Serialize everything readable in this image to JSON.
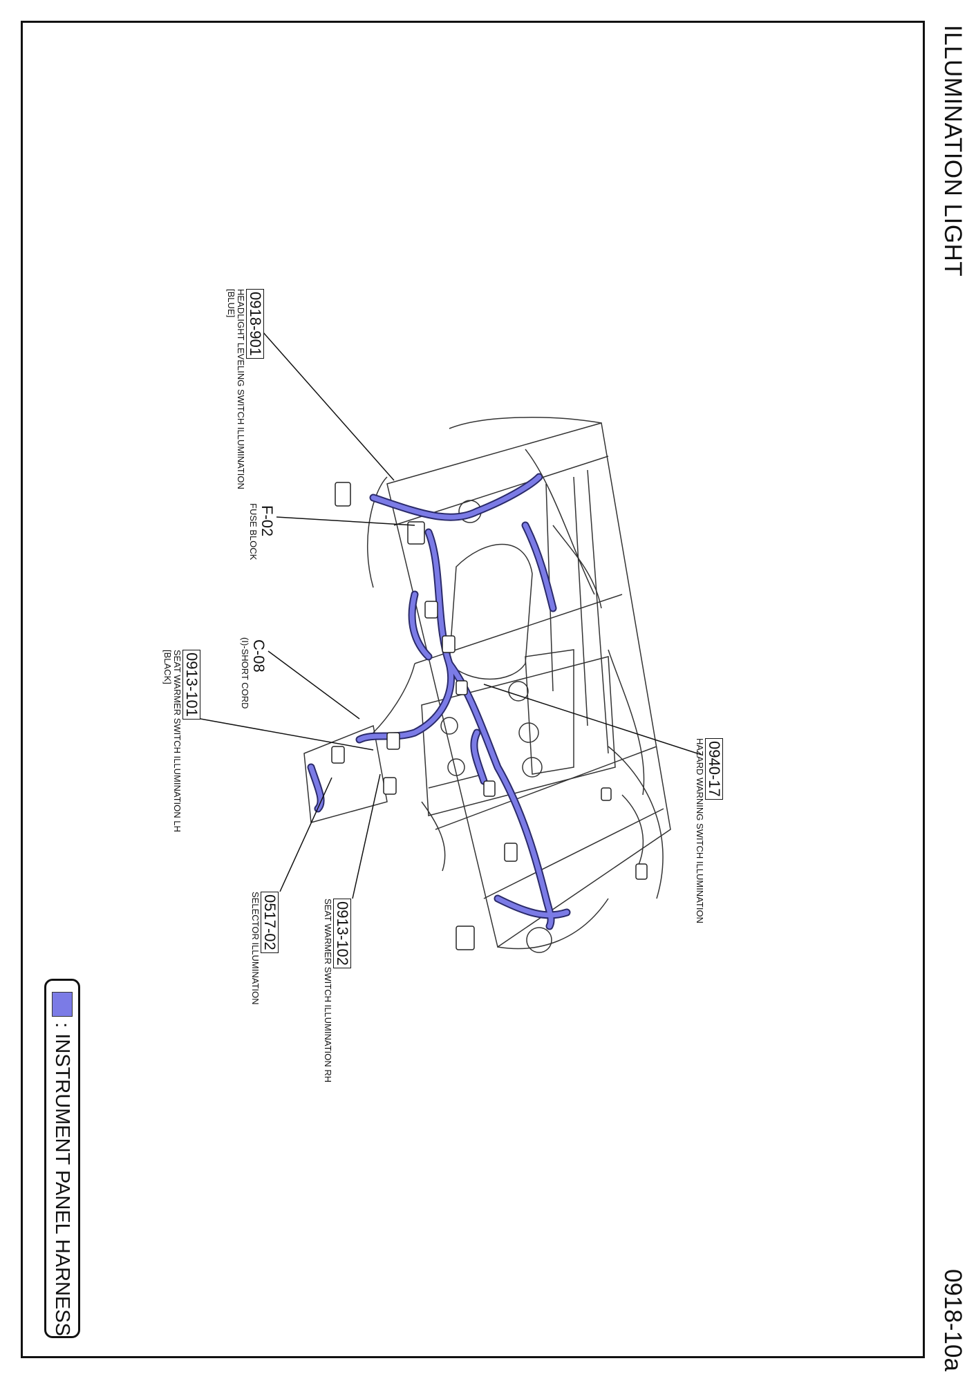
{
  "page": {
    "title": "ILLUMINATION LIGHT",
    "code": "0918-10a"
  },
  "legend": {
    "swatch_color": "#7b7be6",
    "label": ": INSTRUMENT PANEL HARNESS"
  },
  "callouts": [
    {
      "id": "c1",
      "code": "0918-901",
      "desc": "HEADLIGHT LEVELING SWITCH ILLUMINATION",
      "sub": "[BLUE]"
    },
    {
      "id": "c2",
      "code": "F-02",
      "desc": "FUSE BLOCK",
      "sub": ""
    },
    {
      "id": "c3",
      "code": "C-08",
      "desc": "(I)-SHORT CORD",
      "sub": ""
    },
    {
      "id": "c4",
      "code": "0913-101",
      "desc": "SEAT WARMER SWITCH ILLUMINATION LH",
      "sub": "[BLACK]"
    },
    {
      "id": "c5",
      "code": "0940-17",
      "desc": "HAZARD WARNING SWITCH ILLUMINATION",
      "sub": ""
    },
    {
      "id": "c6",
      "code": "0913-102",
      "desc": "SEAT WARMER SWITCH ILLUMINATION RH",
      "sub": ""
    },
    {
      "id": "c7",
      "code": "0517-02",
      "desc": "SELECTOR ILLUMINATION",
      "sub": ""
    }
  ]
}
